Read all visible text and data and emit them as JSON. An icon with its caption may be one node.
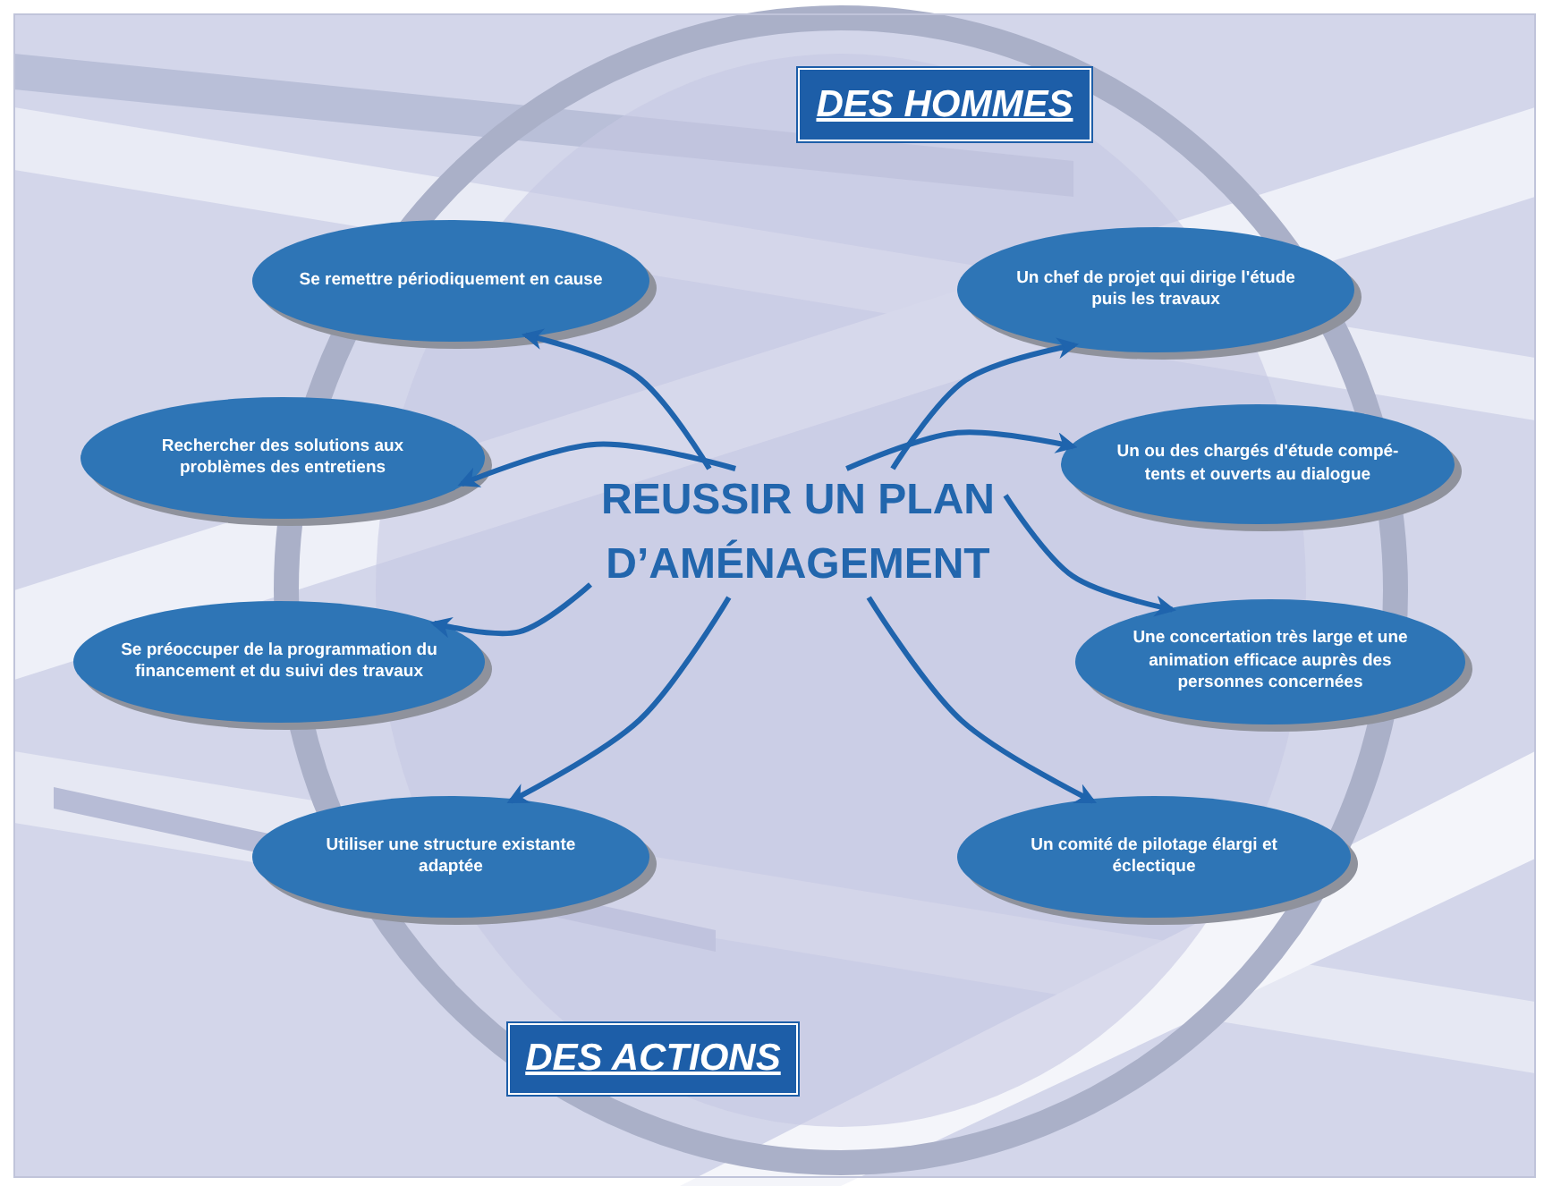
{
  "diagram": {
    "nodes": [
      {
        "text": [
          "DES HOMMES"
        ]
      },
      {
        "text": [
          "Se remettre périodiquement en cause"
        ]
      },
      {
        "text": [
          "Un chef de projet qui dirige l'étude puis les travaux"
        ]
      },
      {
        "text": [
          "Rechercher des solutions aux problèmes des entretiens"
        ]
      },
      {
        "text": [
          "Un ou des chargés d'étude compé- tents et ouverts au dialogue"
        ]
      },
      {
        "text": [
          "REUSSIR UN PLAN D’AMÉNAGEMENT"
        ]
      },
      {
        "text": [
          "Se préoccuper de la programmation du financement et du suivi des travaux"
        ]
      },
      {
        "text": [
          "Une concertation très large et une animation efficace auprès des personnes concernées"
        ]
      },
      {
        "text": [
          "Utiliser une structure existante adaptée"
        ]
      },
      {
        "text": [
          "Un comité de pilotage élargi et éclectique"
        ]
      },
      {
        "text": [
          "DES ACTIONS"
        ]
      }
    ],
    "edges": [
      {
        "from": 5,
        "to": 1,
        "arrow": "to"
      },
      {
        "from": 5,
        "to": 2,
        "arrow": "to"
      },
      {
        "from": 5,
        "to": 3,
        "arrow": "to"
      },
      {
        "from": 5,
        "to": 4,
        "arrow": "to"
      },
      {
        "from": 5,
        "to": 6,
        "arrow": "to"
      },
      {
        "from": 5,
        "to": 7,
        "arrow": "to"
      },
      {
        "from": 5,
        "to": 8,
        "arrow": "to"
      },
      {
        "from": 5,
        "to": 9,
        "arrow": "to"
      }
    ]
  }
}
